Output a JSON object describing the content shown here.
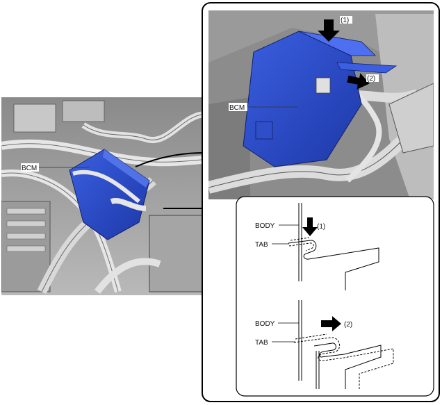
{
  "left_view": {
    "bcm_label": "BCM"
  },
  "top_view": {
    "bcm_label": "BCM",
    "arrow_1_label": "(1)",
    "arrow_2_label": "(2)"
  },
  "detail_step1": {
    "body_label": "BODY",
    "tab_label": "TAB",
    "arrow_label": "(1)"
  },
  "detail_step2": {
    "body_label": "BODY",
    "tab_label": "TAB",
    "arrow_label": "(2)"
  }
}
